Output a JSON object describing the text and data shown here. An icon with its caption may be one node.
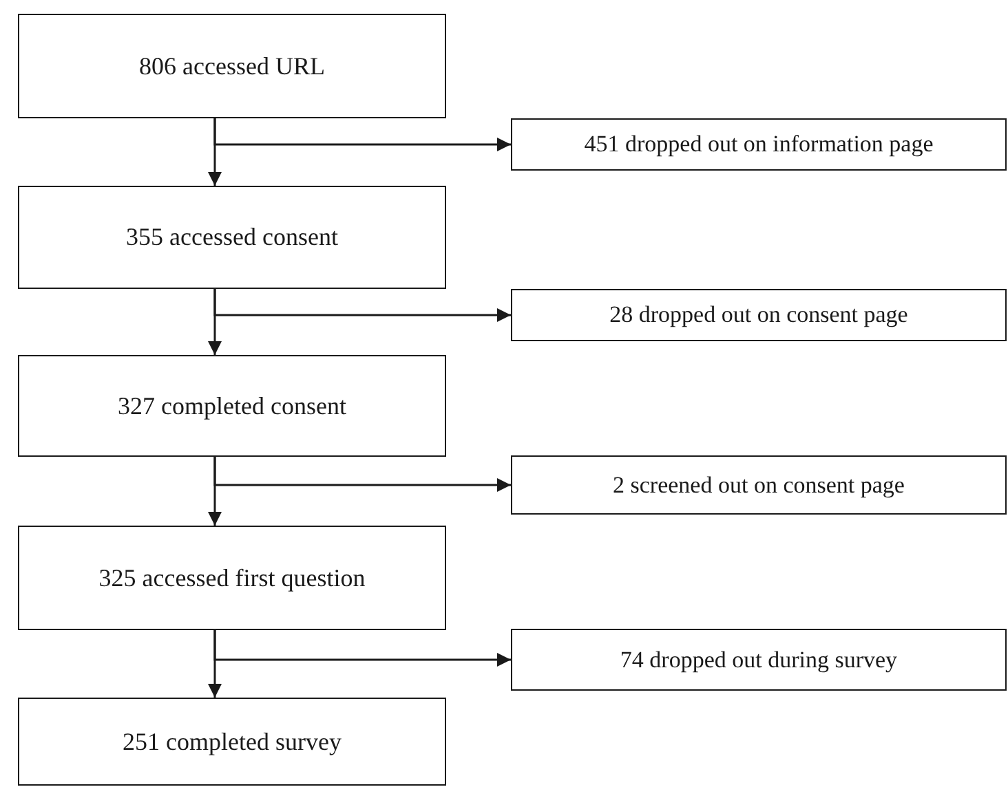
{
  "diagram": {
    "nodes": [
      {
        "text": [
          "806 accessed URL"
        ]
      },
      {
        "text": [
          "451 dropped out on information page"
        ]
      },
      {
        "text": [
          "355 accessed consent"
        ]
      },
      {
        "text": [
          "28 dropped out on consent page"
        ]
      },
      {
        "text": [
          "327 completed consent"
        ]
      },
      {
        "text": [
          "2 screened out on consent page"
        ]
      },
      {
        "text": [
          "325 accessed first question"
        ]
      },
      {
        "text": [
          "74 dropped out during survey"
        ]
      },
      {
        "text": [
          "251 completed survey"
        ]
      }
    ],
    "edges": [
      {
        "from": 0,
        "to": 2,
        "arrow": "to"
      },
      {
        "from": 0,
        "to": 1,
        "arrow": "to"
      },
      {
        "from": 2,
        "to": 4,
        "arrow": "to"
      },
      {
        "from": 2,
        "to": 3,
        "arrow": "to"
      },
      {
        "from": 4,
        "to": 6,
        "arrow": "to"
      },
      {
        "from": 4,
        "to": 5,
        "arrow": "to"
      },
      {
        "from": 6,
        "to": 8,
        "arrow": "to"
      },
      {
        "from": 6,
        "to": 7,
        "arrow": "to"
      }
    ]
  }
}
